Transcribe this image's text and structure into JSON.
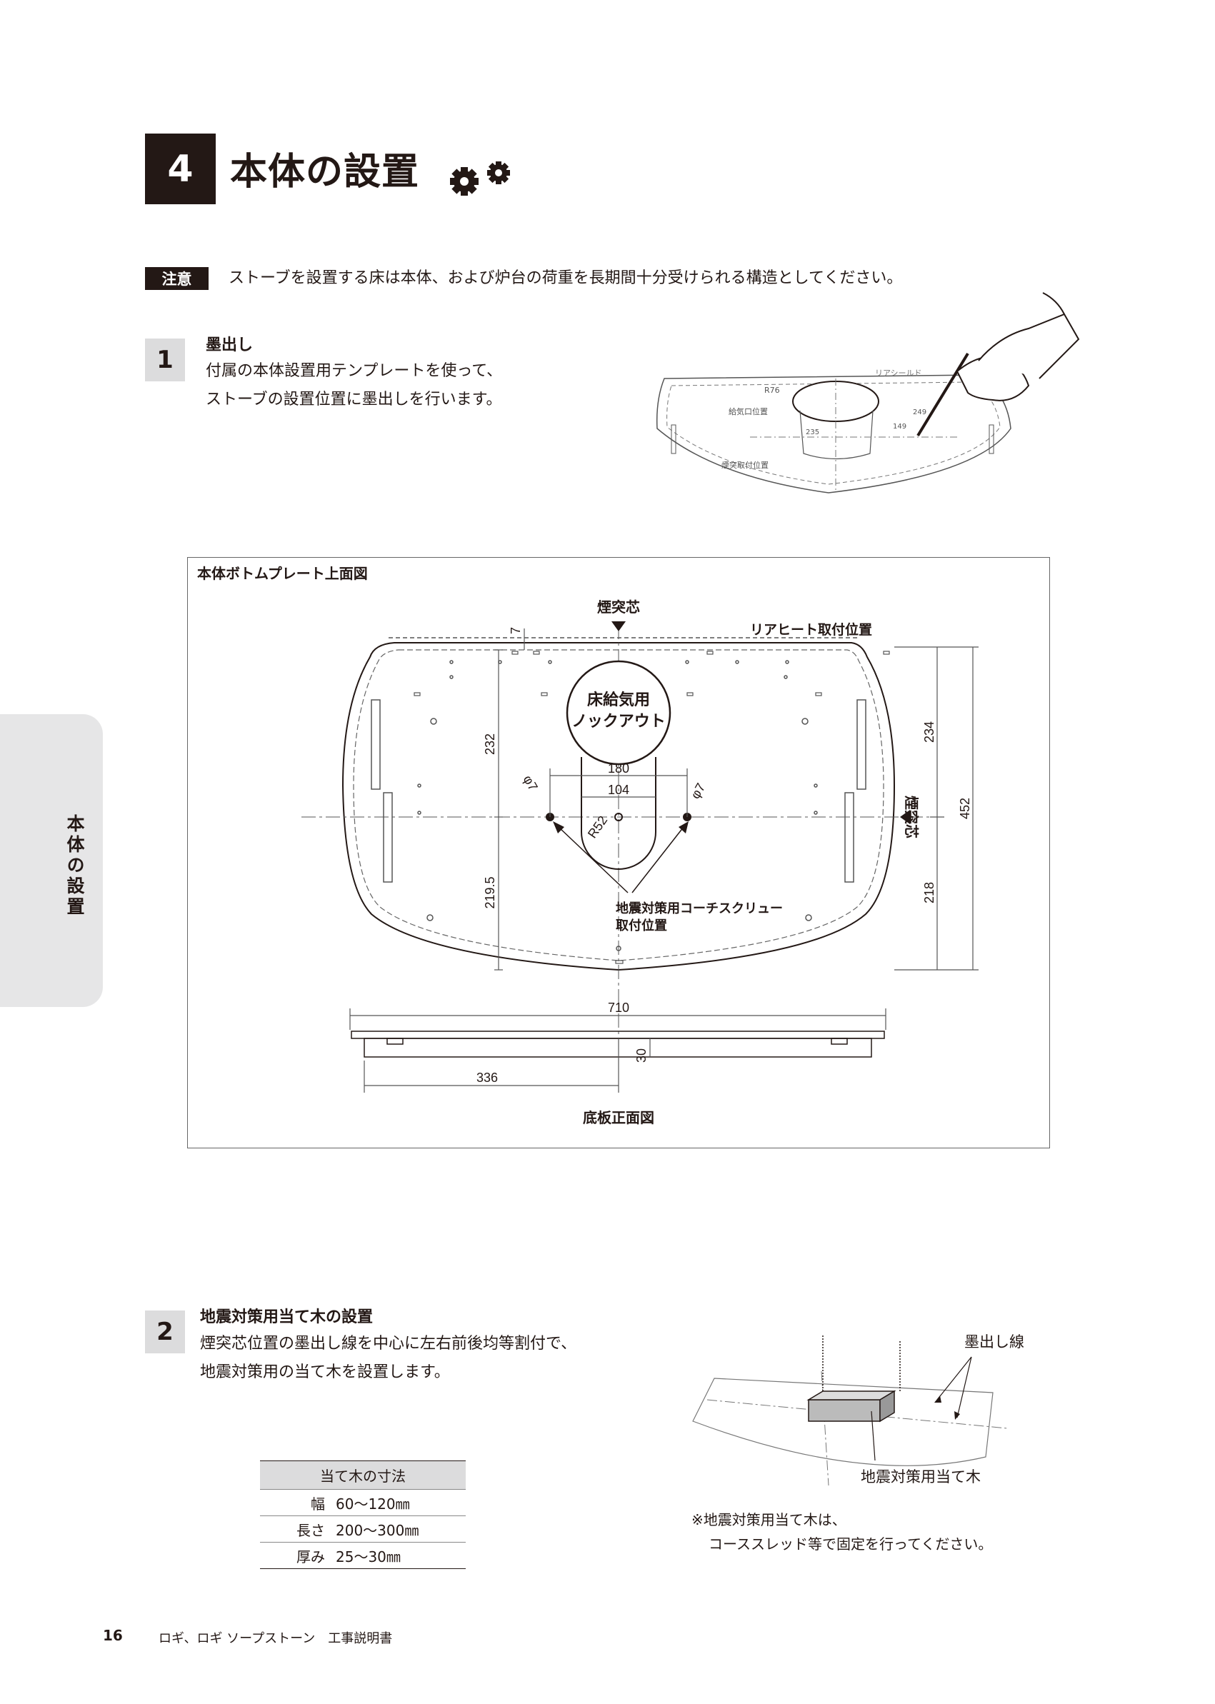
{
  "section": {
    "number": "4",
    "title": "本体の設置"
  },
  "caution": {
    "badge": "注意",
    "text": "ストーブを設置する床は本体、および炉台の荷重を長期間十分受けられる構造としてください。"
  },
  "step1": {
    "number": "1",
    "title": "墨出し",
    "lines": [
      "付属の本体設置用テンプレートを使って、",
      "ストーブの設置位置に墨出しを行います。"
    ],
    "illustration_labels": [
      "リアシールド",
      "R76",
      "給気口位置",
      "煙突取付位置",
      "149",
      "249",
      "235"
    ]
  },
  "diagram": {
    "title": "本体ボトムプレート上面図",
    "labels": {
      "chimney_top": "煙突芯",
      "chimney_side": "煙突芯",
      "rear_heat": "リアヒート取付位置",
      "knockout_1": "床給気用",
      "knockout_2": "ノックアウト",
      "screw_1": "地震対策用コーチスクリュー",
      "screw_2": "取付位置",
      "front_view": "底板正面図"
    },
    "dims": {
      "d7": "7",
      "d232": "232",
      "d2195": "219.5",
      "d180": "180",
      "d104": "104",
      "phi_l": "φ7",
      "phi_r": "φ7",
      "r52": "R52",
      "d234": "234",
      "d218": "218",
      "d452": "452",
      "d710": "710",
      "d30": "30",
      "d336": "336"
    }
  },
  "side_tab": {
    "text": "本体の設置"
  },
  "step2": {
    "number": "2",
    "title": "地震対策用当て木の設置",
    "lines": [
      "煙突芯位置の墨出し線を中心に左右前後均等割付で、",
      "地震対策用の当て木を設置します。"
    ],
    "table": {
      "header": "当て木の寸法",
      "rows": [
        {
          "label": "幅",
          "value": "60〜120㎜"
        },
        {
          "label": "長さ",
          "value": "200〜300㎜"
        },
        {
          "label": "厚み",
          "value": "25〜30㎜"
        }
      ]
    },
    "illustration": {
      "line_label": "墨出し線",
      "wood_label": "地震対策用当て木"
    },
    "note": [
      "※地震対策用当て木は、",
      "コーススレッド等で固定を行ってください。"
    ]
  },
  "footer": {
    "page": "16",
    "title": "ロギ、ロギ ソープストーン　工事説明書"
  }
}
